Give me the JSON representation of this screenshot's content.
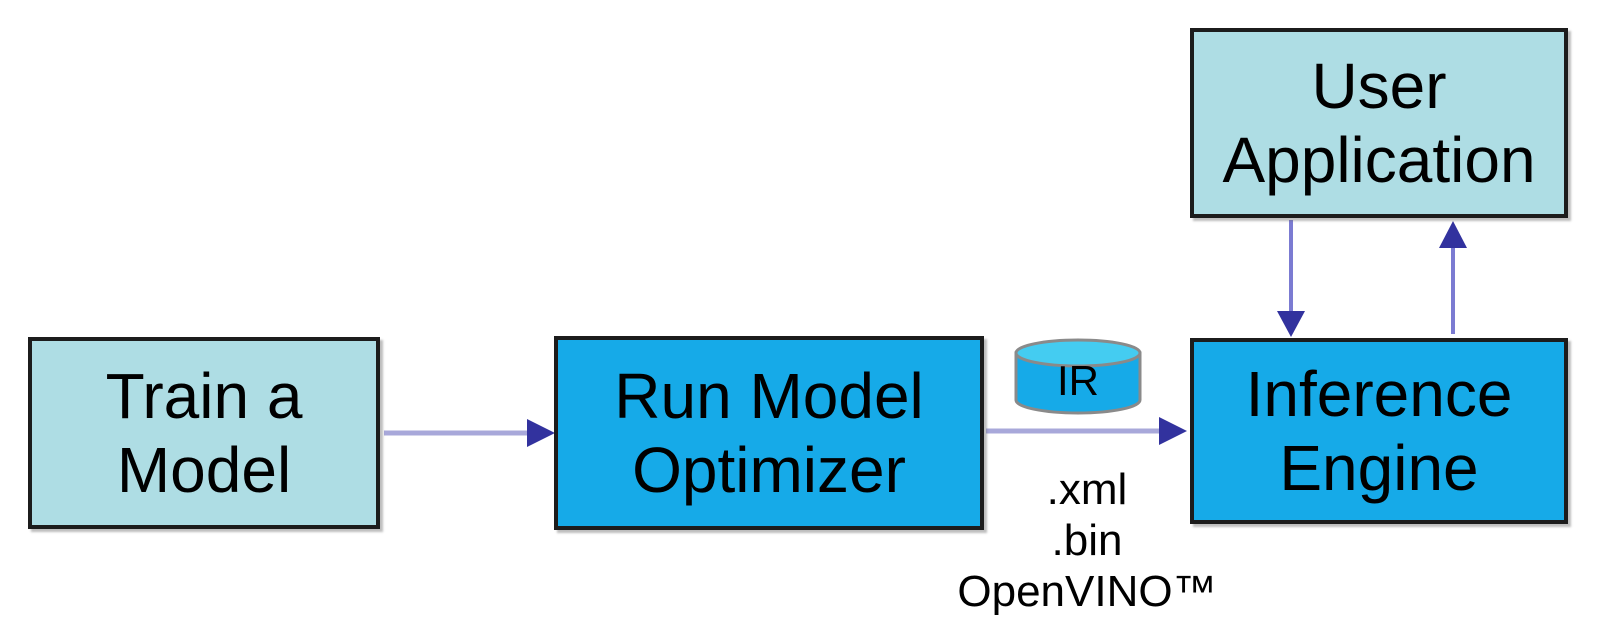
{
  "colors": {
    "background": "#ffffff",
    "light_box_fill": "#aedde4",
    "blue_box_fill": "#16aae8",
    "box_border": "#1c1c1c",
    "cylinder_top_fill": "#44ccf1",
    "cylinder_border": "#8a8a8a",
    "arrow_line_h": "#a8a8da",
    "arrow_line_v": "#7b7bd2",
    "arrow_head": "#32329e",
    "text": "#000000"
  },
  "nodes": {
    "train": {
      "line1": "Train a",
      "line2": "Model"
    },
    "optimizer": {
      "line1": "Run Model",
      "line2": "Optimizer"
    },
    "ir": {
      "label": "IR"
    },
    "inference": {
      "line1": "Inference",
      "line2": "Engine"
    },
    "user_app": {
      "line1": "User",
      "line2": "Application"
    }
  },
  "annotations": {
    "format_line1": ".xml",
    "format_line2": ".bin",
    "format_line3": "OpenVINO™"
  },
  "edges": [
    {
      "from": "Train a Model",
      "to": "Run Model Optimizer",
      "direction": "right"
    },
    {
      "from": "Run Model Optimizer",
      "to": "Inference Engine",
      "direction": "right",
      "via": "IR"
    },
    {
      "from": "User Application",
      "to": "Inference Engine",
      "direction": "down"
    },
    {
      "from": "Inference Engine",
      "to": "User Application",
      "direction": "up"
    }
  ]
}
